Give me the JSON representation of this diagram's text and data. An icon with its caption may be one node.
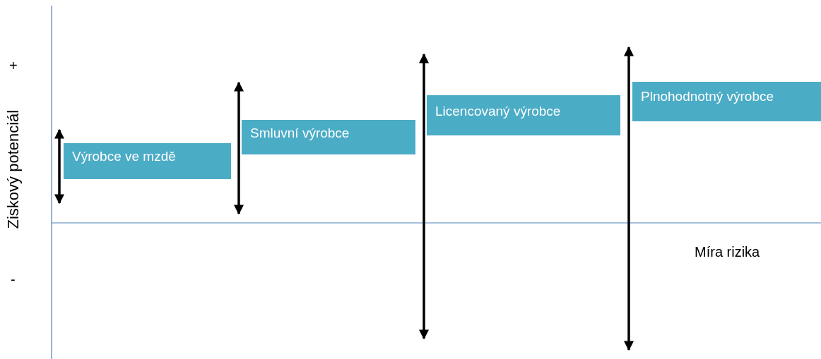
{
  "diagram": {
    "nodes": [
      {
        "text": [
          "Výrobce ve mzdě"
        ]
      },
      {
        "text": [
          "Smluvní výrobce"
        ]
      },
      {
        "text": [
          "Licencovaný výrobce"
        ]
      },
      {
        "text": [
          "Plnohodnotný výrobce"
        ]
      }
    ],
    "labels": [
      "+",
      "Ziskový potenciál",
      "-",
      "Míra rizika"
    ]
  }
}
